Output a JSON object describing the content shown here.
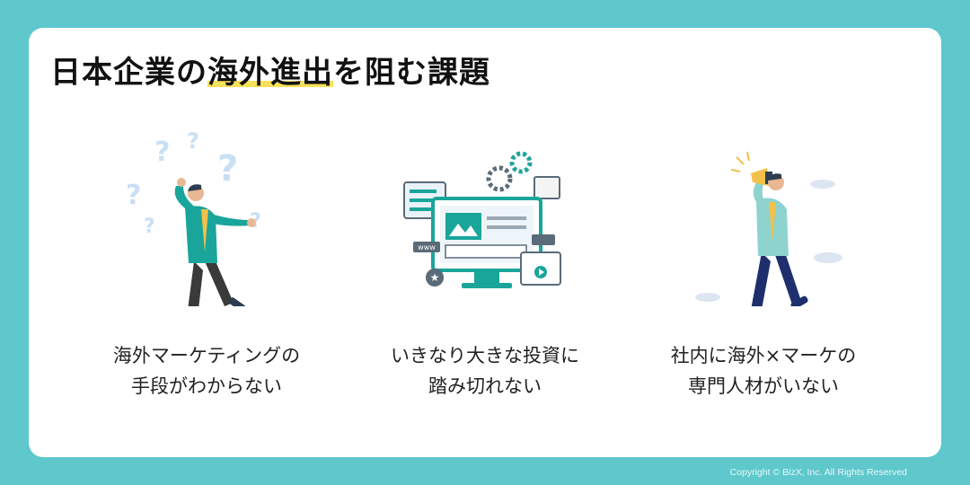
{
  "title": {
    "prefix": "日本企業の",
    "highlight": "海外進出",
    "suffix": "を阻む課題"
  },
  "items": [
    {
      "line1": "海外マーケティングの",
      "line2": "手段がわからない",
      "icon": "confused-person-icon"
    },
    {
      "line1": "いきなり大きな投資に",
      "line2": "踏み切れない",
      "icon": "web-investment-icon"
    },
    {
      "line1": "社内に海外×マーケの",
      "line2": "専門人材がいない",
      "icon": "megaphone-person-icon"
    }
  ],
  "copyright": "Copyright © BizX, Inc. All Rights Reserved",
  "colors": {
    "background": "#5ec8cc",
    "card": "#ffffff",
    "highlight": "#f6e15a",
    "accent": "#17a2a8"
  }
}
